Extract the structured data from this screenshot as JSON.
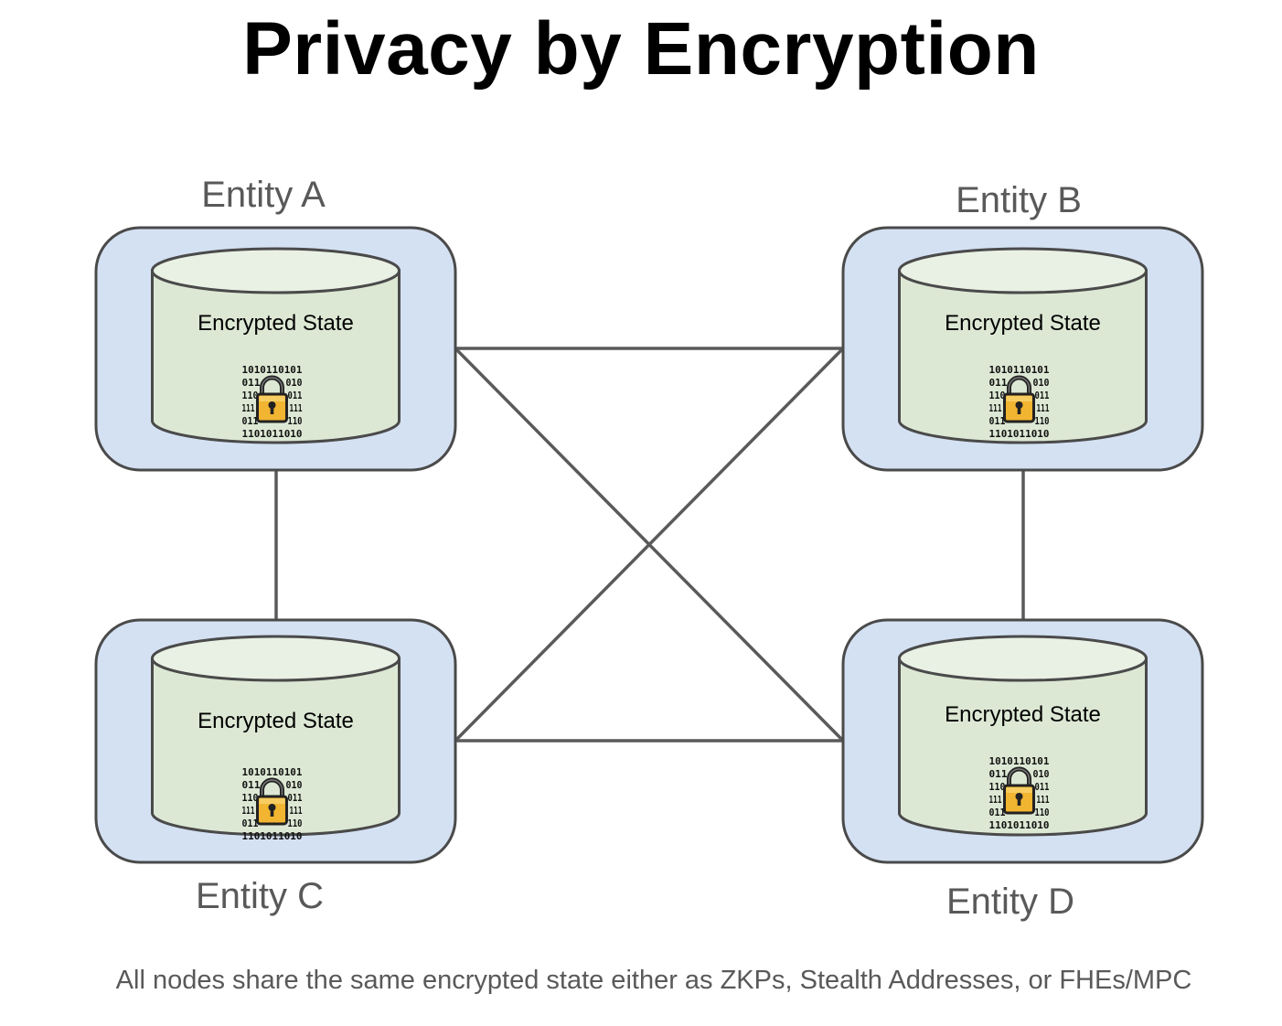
{
  "title": "Privacy by Encryption",
  "colors": {
    "node_fill": "#d4e1f3",
    "node_stroke": "#4a4a4a",
    "db_fill": "#dce8d4",
    "db_top_fill": "#e9f1e5",
    "connector": "#5a5a5a",
    "lock_body": "#f2b531",
    "label_text": "#595959"
  },
  "nodes": [
    {
      "id": "a",
      "label": "Entity A",
      "state_label": "Encrypted State",
      "icon": "binary-lock-icon"
    },
    {
      "id": "b",
      "label": "Entity B",
      "state_label": "Encrypted State",
      "icon": "binary-lock-icon"
    },
    {
      "id": "c",
      "label": "Entity C",
      "state_label": "Encrypted State",
      "icon": "binary-lock-icon"
    },
    {
      "id": "d",
      "label": "Entity D",
      "state_label": "Encrypted State",
      "icon": "binary-lock-icon"
    }
  ],
  "connections": [
    [
      "a",
      "b"
    ],
    [
      "a",
      "c"
    ],
    [
      "a",
      "d"
    ],
    [
      "b",
      "c"
    ],
    [
      "b",
      "d"
    ],
    [
      "c",
      "d"
    ]
  ],
  "footer": "All nodes share the same encrypted state either as ZKPs, Stealth Addresses, or FHEs/MPC"
}
